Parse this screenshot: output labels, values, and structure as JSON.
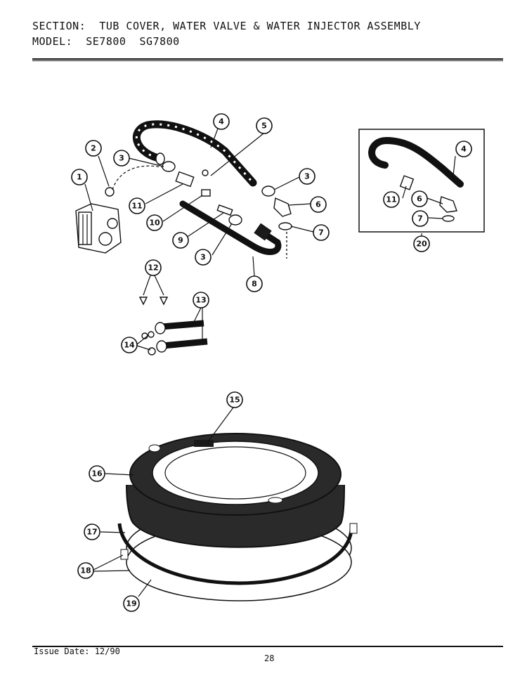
{
  "header": {
    "section_line": "SECTION:  TUB COVER, WATER VALVE & WATER INJECTOR ASSEMBLY",
    "model_line": "MODEL:  SE7800  SG7800"
  },
  "footer": {
    "issue_date": "Issue Date: 12/90",
    "page_number": "28"
  },
  "callouts": [
    "1",
    "2",
    "3",
    "3",
    "3",
    "4",
    "5",
    "6",
    "7",
    "8",
    "9",
    "10",
    "11",
    "12",
    "13",
    "14",
    "15",
    "16",
    "17",
    "18",
    "19",
    "4",
    "11",
    "6",
    "7",
    "20"
  ]
}
